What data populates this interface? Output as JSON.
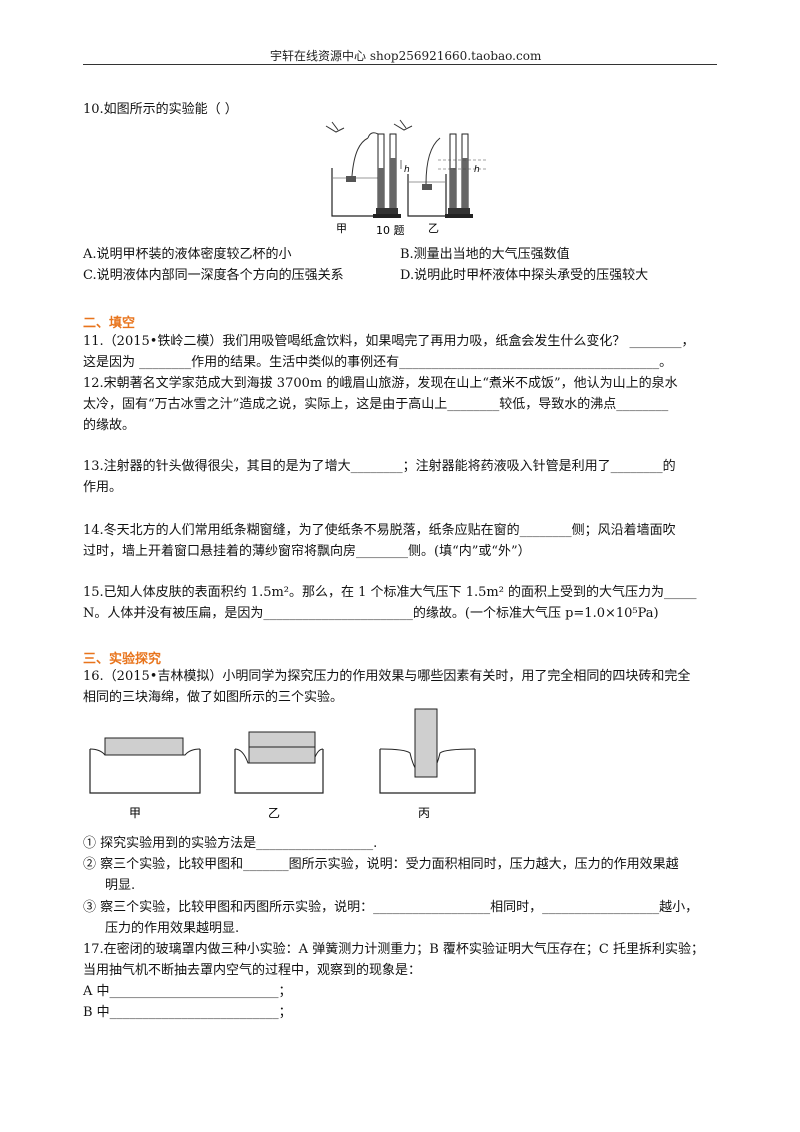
{
  "header": {
    "text": "宇轩在线资源中心   shop256921660.taobao.com"
  },
  "q10": {
    "stem": "10.如图所示的实验能（     ）",
    "figure_labels": {
      "left": "甲",
      "caption": "10 题",
      "right": "乙",
      "h_left": "h",
      "h_right": "h"
    },
    "option_a": "A.说明甲杯装的液体密度较乙杯的小",
    "option_b": "B.测量出当地的大气压强数值",
    "option_c": "C.说明液体内部同一深度各个方向的压强关系",
    "option_d": "D.说明此时甲杯液体中探头承受的压强较大"
  },
  "section2": {
    "title": "二、填空"
  },
  "q11": {
    "line1": "11.（2015•铁岭二模）我们用吸管喝纸盒饮料，如果喝完了再用力吸，纸盒会发生什么变化？ ________，",
    "line2": "这是因为 ________作用的结果。生活中类似的事例还有________________________________________。"
  },
  "q12": {
    "line1": "12.宋朝著名文学家范成大到海拔 3700m 的峨眉山旅游，发现在山上“煮米不成饭”，他认为山上的泉水",
    "line2": "太冷，固有“万古冰雪之汁”造成之说，实际上，这是由于高山上________较低，导致水的沸点________",
    "line3": "的缘故。"
  },
  "q13": {
    "line1": "13.注射器的针头做得很尖，其目的是为了增大________；注射器能将药液吸入针管是利用了________的",
    "line2": "作用。"
  },
  "q14": {
    "line1": "14.冬天北方的人们常用纸条糊窗缝，为了使纸条不易脱落，纸条应贴在窗的________侧；风沿着墙面吹",
    "line2": "过时，墙上开着窗口悬挂着的薄纱窗帘将飘向房________侧。(填“内”或“外”）"
  },
  "q15": {
    "line1": "15.已知人体皮肤的表面积约 1.5m²。那么，在 1 个标准大气压下 1.5m² 的面积上受到的大气压力为_____",
    "line2": "N。人体并没有被压扁，是因为_______________________的缘故。(一个标准大气压 p=1.0×10⁵Pa)"
  },
  "section3": {
    "title": "三、实验探究"
  },
  "q16": {
    "line1": "16.（2015•吉林模拟）小明同学为探究压力的作用效果与哪些因素有关时，用了完全相同的四块砖和完全",
    "line2": "相同的三块海绵，做了如图所示的三个实验。",
    "fig_labels": [
      "甲",
      "乙",
      "丙"
    ],
    "item1": "①   探究实验用到的实验方法是__________________.",
    "item2_line1": "②   察三个实验，比较甲图和_______图所示实验，说明：受力面积相同时，压力越大，压力的作用效果越",
    "item2_line2": "明显.",
    "item3_line1": "③   察三个实验，比较甲图和丙图所示实验，说明：__________________相同时，__________________越小，",
    "item3_line2": "压力的作用效果越明显."
  },
  "q17": {
    "line1": "17.在密闭的玻璃罩内做三种小实验：A 弹簧测力计测重力；B 覆杯实验证明大气压存在；C 托里拆利实验；",
    "line2": "当用抽气机不断抽去罩内空气的过程中，观察到的现象是：",
    "line3": "A 中__________________________；",
    "line4": "B 中__________________________；"
  }
}
